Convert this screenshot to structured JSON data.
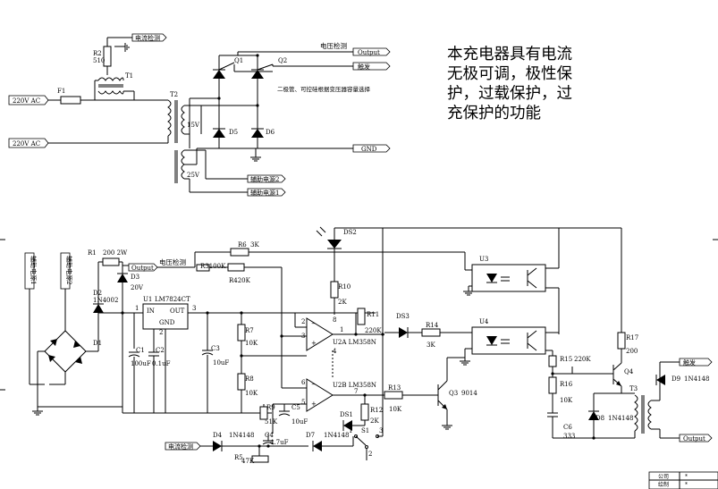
{
  "note": {
    "lines": [
      "本充电器具有电流",
      "无极可调，极性保",
      "护，过载保护，过",
      "充保护的功能"
    ]
  },
  "inputs": {
    "ac1": "220V AC",
    "ac2": "220V AC"
  },
  "tags": {
    "current_sense_top": "电流检测",
    "voltage_sense_top": "电压检测",
    "output_top": "Output",
    "trigger_top": "触发",
    "gnd": "GND",
    "aux_power_2": "辅助电源2",
    "aux_power_1": "辅助电源1",
    "output_mid": "Output",
    "voltage_sense_mid": "电压检测",
    "current_sense_bot": "电流检测",
    "trigger_right": "触发",
    "output_right": "Output",
    "aux_left_1": "辅助电源1",
    "aux_left_2": "辅助电源2"
  },
  "annotation": "二极管、可控硅根据变压器容量选择",
  "components": {
    "R2": "R2",
    "R2v": "510",
    "T1": "T1",
    "T2": "T2",
    "F1": "F1",
    "v15": "15V",
    "v25": "25V",
    "Q1": "Q1",
    "Q2": "Q2",
    "D5": "D5",
    "D6": "D6",
    "R1": "R1",
    "R1v": "200 2W",
    "D3": "D3",
    "D3v": "20V",
    "D2": "D2",
    "D2v": "1N4002",
    "D1": "D1",
    "U1": "U1",
    "U1v": "LM7824CT",
    "IN": "IN",
    "OUT": "OUT",
    "GNDp": "GND",
    "pin1": "1",
    "pin2": "2",
    "pin3": "3",
    "C1": "C1",
    "C1v": "100uF",
    "C2": "C2",
    "C2v": "0.1uF",
    "C3": "C3",
    "C3v": "10uF",
    "R6": "R6",
    "R6v": "3K",
    "R3": "R3100K",
    "R4v": "R420K",
    "DS2": "DS2",
    "R10": "R10",
    "R10v": "2K",
    "R11": "R11",
    "R7": "R7",
    "R7v": "10K",
    "R8": "R8",
    "R8v": "10K",
    "U2A": "U2A  LM358N",
    "U2B": "U2B  LM358N",
    "p2": "2",
    "p3": "3",
    "p1": "1",
    "p8": "8",
    "p4": "4",
    "p6": "6",
    "p5": "5",
    "p7": "7",
    "R9": "R9",
    "R9v": "51K",
    "C5": "C5",
    "C5v": "10uF",
    "DS3": "DS3",
    "R220": "220K",
    "R14": "R14",
    "R14v": "3K",
    "R13": "R13",
    "R13v": "10K",
    "Q3": "Q3",
    "Q3v": "9014",
    "DS1": "DS1",
    "R12": "R12",
    "R12v": "2K",
    "D4": "D4",
    "D4v": "1N4148",
    "D7": "D7",
    "D7v": "1N4148",
    "C4": "C4",
    "C4v": "4.7uF",
    "R5": "R5",
    "R5v": "47K",
    "S1": "S1",
    "s1": "1",
    "s2": "2",
    "s3": "3",
    "U3": "U3",
    "U4": "U4",
    "R15": "R15",
    "R15v": "220K",
    "R16": "R16",
    "R16v": "10K",
    "C6": "C6",
    "C6v": "333",
    "D8": "D8",
    "D8v": "1N4148",
    "R17": "R17",
    "R17v": "200",
    "Q4": "Q4",
    "T3": "T3",
    "D9": "D9",
    "D9v": "1N4148"
  },
  "title_block": {
    "company_label": "公司",
    "company_val": "*",
    "drawn_label": "绘制",
    "drawn_val": "*"
  }
}
